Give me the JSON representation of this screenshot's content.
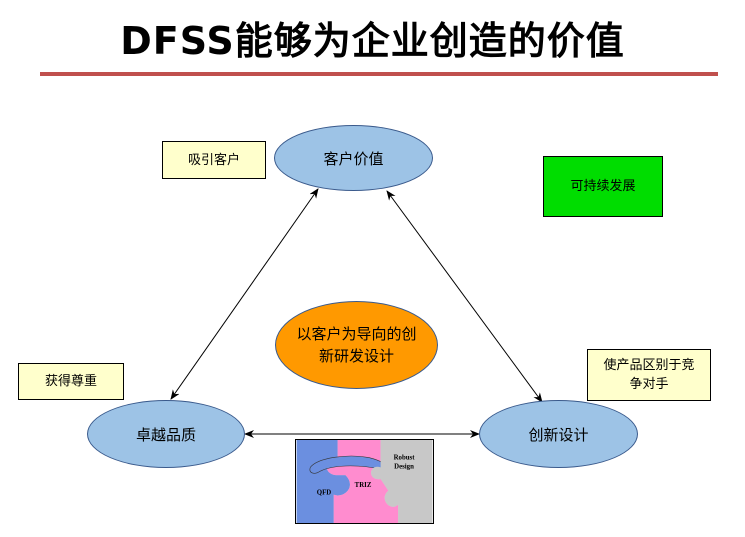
{
  "title": "DFSS能够为企业创造的价值",
  "nodes": {
    "customer_value": "客户价值",
    "quality": "卓越品质",
    "innovation": "创新设计",
    "center": "以客户为导向的创新研发设计"
  },
  "boxes": {
    "attract": "吸引客户",
    "sustain": "可持续发展",
    "respect": "获得尊重",
    "differentiate": "使产品区别于竞争对手"
  },
  "puzzle": {
    "robust": "Robust Design",
    "qfd": "QFD",
    "triz": "TRIZ"
  },
  "colors": {
    "rule": "#c0504d",
    "ellipse": "#9dc3e6",
    "center": "#ff9900",
    "yellow_box": "#ffffcc",
    "green_box": "#00dd00"
  }
}
